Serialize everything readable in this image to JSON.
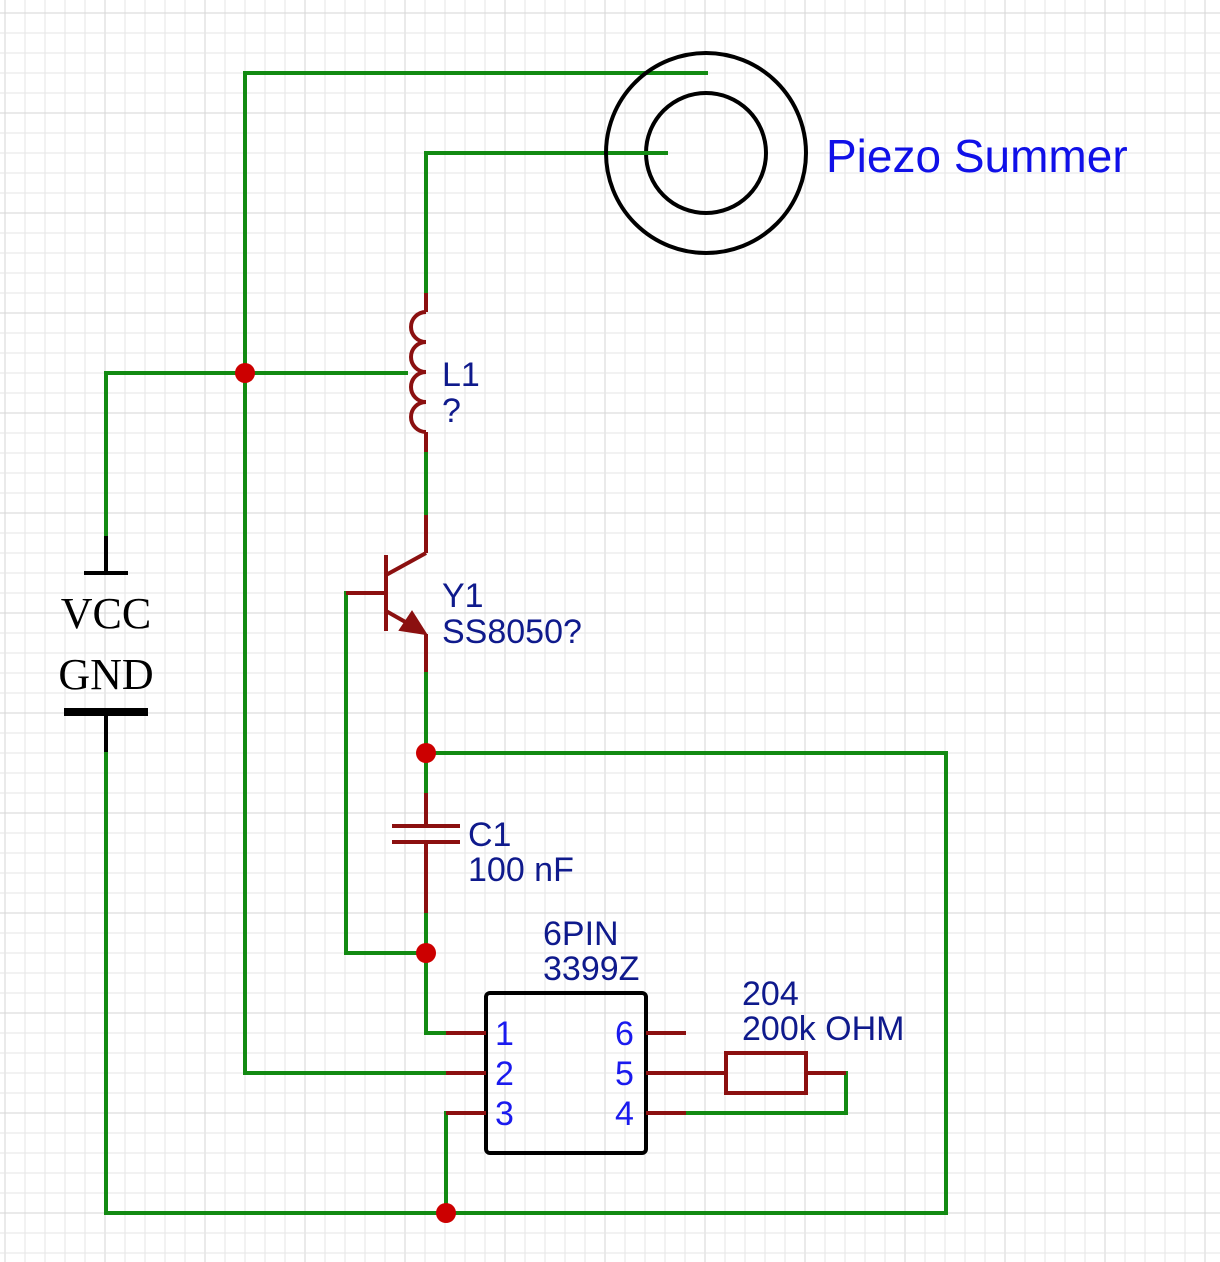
{
  "title": "Piezo Summer",
  "power": {
    "vcc_label": "VCC",
    "gnd_label": "GND"
  },
  "inductor": {
    "ref": "L1",
    "value": "?"
  },
  "transistor": {
    "ref": "Y1",
    "value": "SS8050?"
  },
  "capacitor": {
    "ref": "C1",
    "value": "100 nF"
  },
  "ic": {
    "name": "6PIN",
    "value": "3399Z",
    "pins": {
      "p1": "1",
      "p2": "2",
      "p3": "3",
      "p4": "4",
      "p5": "5",
      "p6": "6"
    }
  },
  "resistor": {
    "ref": "204",
    "value": "200k OHM"
  },
  "colors": {
    "wire": "#128a12",
    "component": "#8b1010",
    "junction": "#cc0000",
    "label": "#0f1a8c",
    "title": "#1010e8"
  }
}
